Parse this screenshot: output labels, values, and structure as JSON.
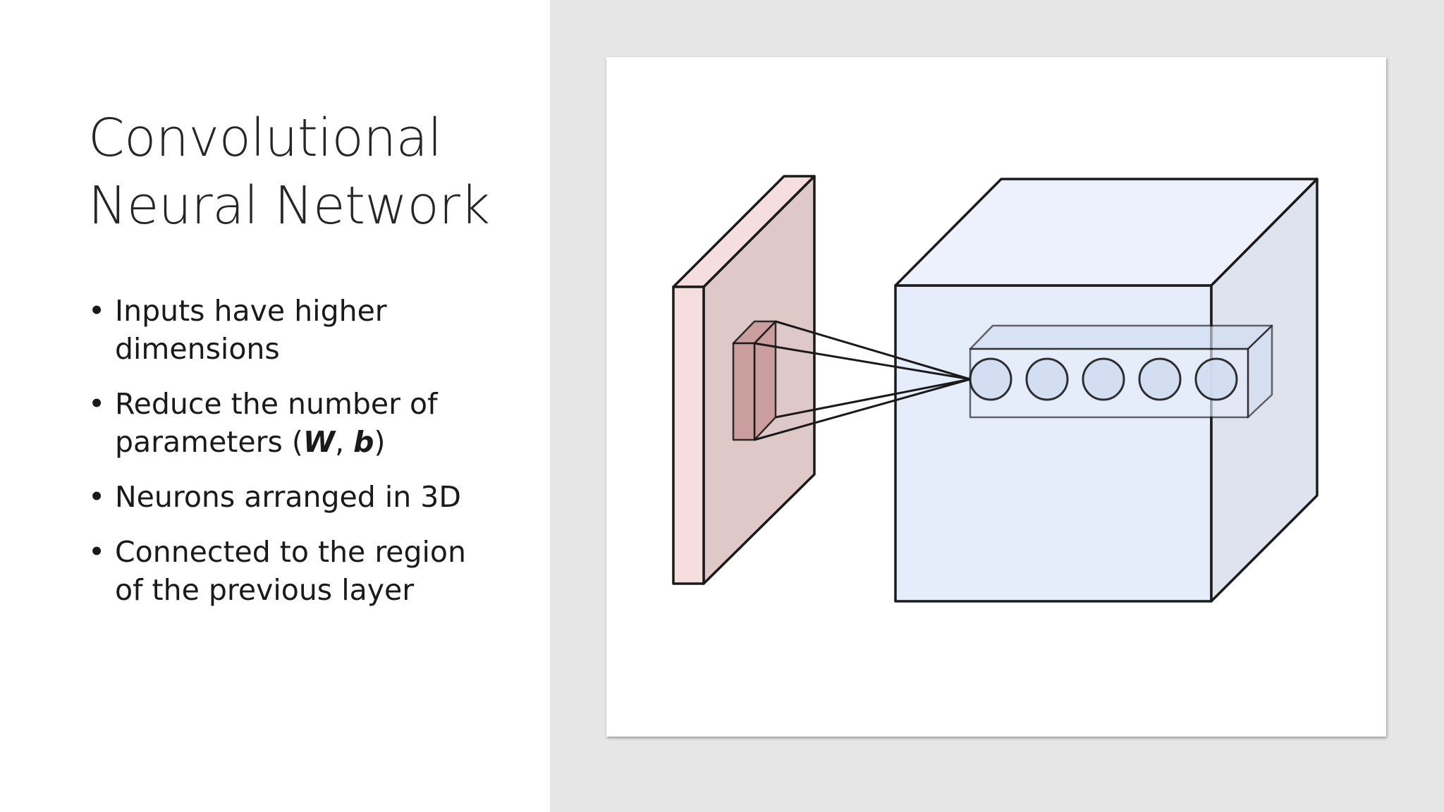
{
  "slide": {
    "title_line1": "Convolutional",
    "title_line2": "Neural Network",
    "bullets": [
      {
        "line1": "Inputs have higher",
        "line2": "dimensions"
      },
      {
        "line1": "Reduce the number of",
        "line2_prefix": "parameters (",
        "w": "W",
        "sep": ", ",
        "b": "b",
        "line2_suffix": ")"
      },
      {
        "line1": "Neurons arranged in 3D"
      },
      {
        "line1": "Connected to the region",
        "line2": "of the previous layer"
      }
    ],
    "bullet_glyph": "•"
  },
  "figure": {
    "colors": {
      "input_layer_front": "#f6dede",
      "input_layer_face": "#dec8c8",
      "receptive_field": "#c99a9a",
      "volume_front": "#e5ecfa",
      "volume_side": "#d8deea",
      "neuron_fill": "#d2ddf3",
      "stroke": "#1a1a1a"
    },
    "neuron_count": 5
  }
}
